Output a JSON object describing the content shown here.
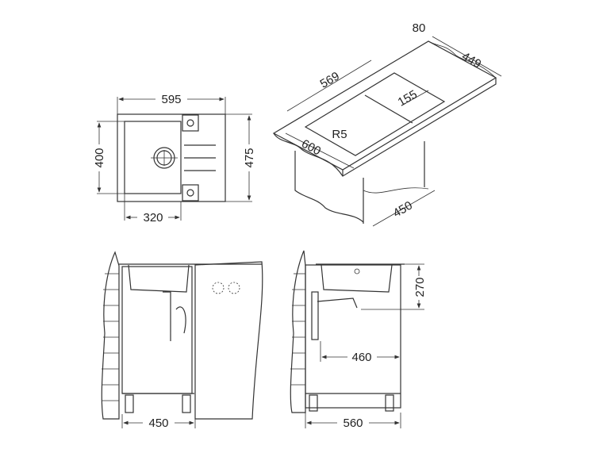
{
  "diagram": {
    "type": "technical-drawing",
    "subject": "kitchen sink installation dimensions",
    "line_color": "#333333",
    "background": "#ffffff"
  },
  "top_view": {
    "width": "595",
    "height": "475",
    "bowl_height": "400",
    "bowl_width": "320"
  },
  "iso_view": {
    "depth_back": "80",
    "depth_right": "449",
    "cutout_length": "569",
    "drainer_width": "155",
    "corner_radius": "R5",
    "front_length": "600",
    "cabinet_depth": "450"
  },
  "front_section": {
    "cabinet_width": "450"
  },
  "side_section": {
    "bowl_depth": "270",
    "inner_depth": "460",
    "cabinet_depth": "560"
  }
}
